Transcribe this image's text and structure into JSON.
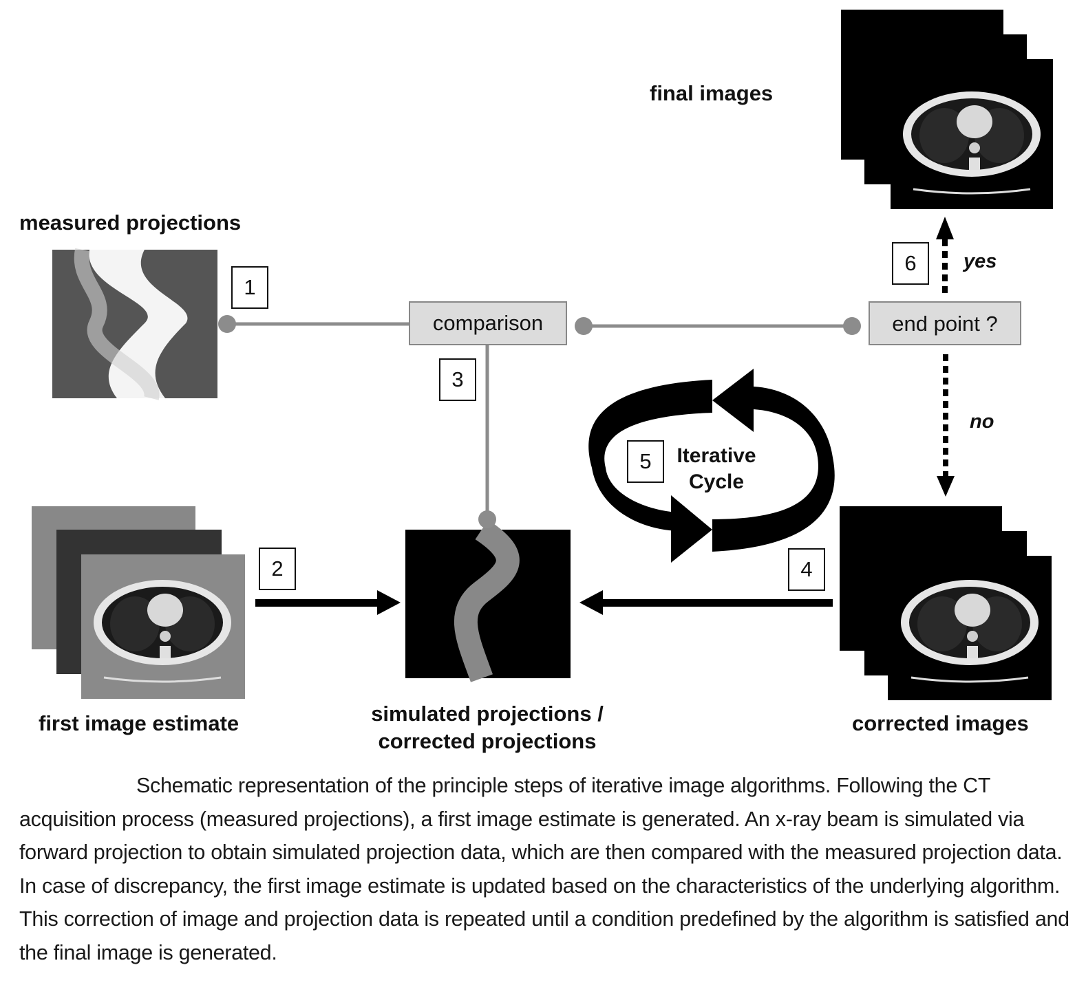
{
  "labels": {
    "final_images": "final images",
    "measured_projections": "measured projections",
    "first_image_estimate": "first image estimate",
    "simulated_projections_line1": "simulated projections /",
    "simulated_projections_line2": "corrected projections",
    "corrected_images": "corrected images"
  },
  "boxes": {
    "comparison": "comparison",
    "end_point": "end point ?"
  },
  "steps": [
    "1",
    "2",
    "3",
    "4",
    "5",
    "6"
  ],
  "decisions": {
    "yes": "yes",
    "no": "no"
  },
  "cycle": {
    "line1": "Iterative",
    "line2": "Cycle"
  },
  "caption": "Schematic representation of the principle steps of iterative image algorithms. Following the CT acquisition process (measured projections), a first image estimate is generated. An x-ray beam is simulated via forward projection to obtain simulated projection data, which are then compared with the measured projection data. In case of discrepancy, the first image estimate is updated based on the characteristics of the underlying algorithm. This correction of image and projection data is repeated until a condition predefined by the algorithm is satisfied and the final image is generated.",
  "colors": {
    "connector": "#8c8c8c",
    "arrow": "#000000",
    "box_fill": "#dcdcdc"
  },
  "icons": [
    "ct-slice-image",
    "sinogram-image",
    "cycle-arrows-icon"
  ]
}
